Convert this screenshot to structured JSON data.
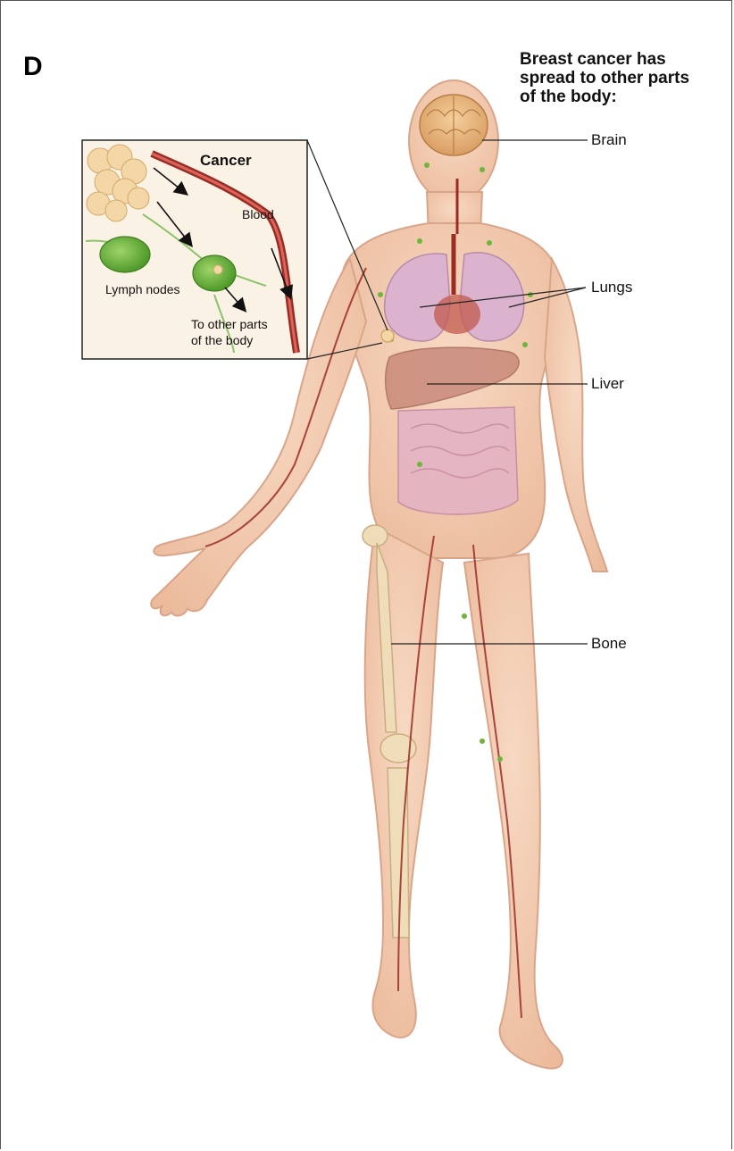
{
  "panel_letter": "D",
  "title_lines": [
    "Breast cancer has",
    "spread to other parts",
    "of the body:"
  ],
  "organ_labels": {
    "brain": "Brain",
    "lungs": "Lungs",
    "liver": "Liver",
    "bone": "Bone"
  },
  "inset": {
    "title": "Cancer",
    "blood": "Blood",
    "lymph_nodes": "Lymph nodes",
    "destination_line1": "To other parts",
    "destination_line2": "of the body"
  },
  "colors": {
    "skin": "#f2c7ac",
    "skin_outline": "#d9a58a",
    "lungs": "#dcb3cf",
    "liver": "#c98a7a",
    "intestine": "#e3b3c4",
    "brain": "#e8b987",
    "vessel": "#9c2b23",
    "lymph_node": "#6fb53b",
    "tumor": "#f3d7a6"
  }
}
